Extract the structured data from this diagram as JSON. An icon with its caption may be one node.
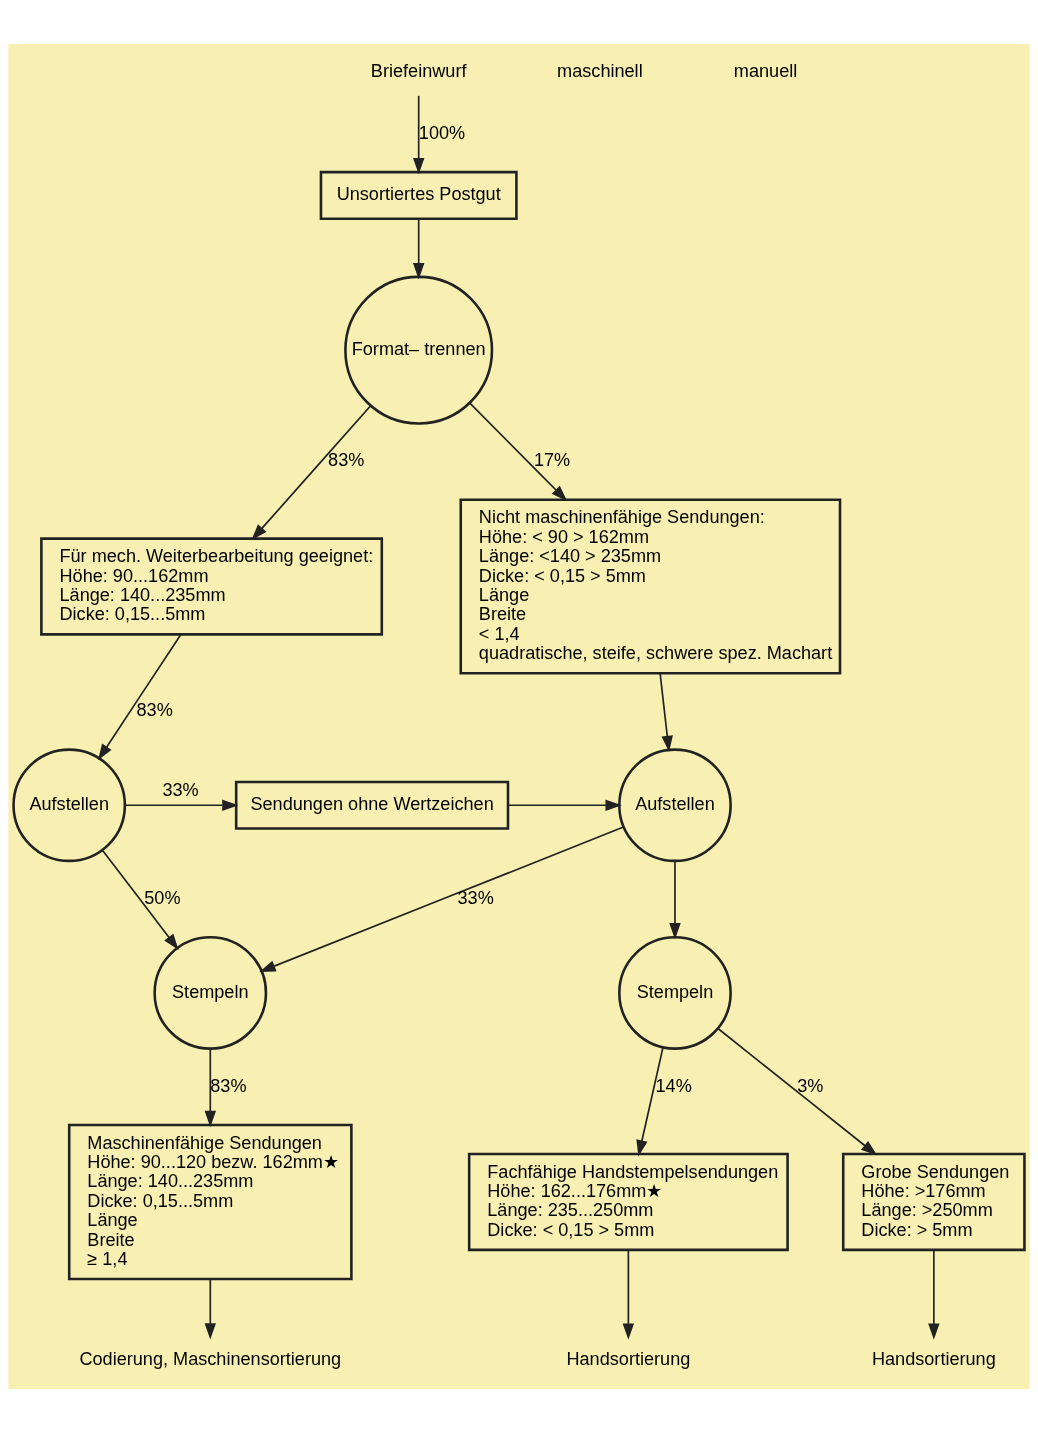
{
  "diagram": {
    "nodes": [
      {
        "text": [
          "Briefeinwurf"
        ]
      },
      {
        "text": [
          "Unsortiertes Postgut"
        ]
      },
      {
        "text": [
          "Format– trennen"
        ]
      },
      {
        "text": [
          "Für mech. Weiterbearbeitung geeignet:",
          "Höhe: 90...162mm",
          "Länge: 140...235mm",
          "Dicke: 0,15...5mm"
        ]
      },
      {
        "text": [
          "Nicht maschinenfähige Sendungen:",
          "Höhe: < 90 > 162mm",
          "Länge: <140 > 235mm",
          "Dicke: < 0,15 > 5mm",
          "Länge",
          "Breite",
          "< 1,4",
          "quadratische, steife, schwere spez. Machart"
        ]
      },
      {
        "text": [
          "Aufstellen"
        ]
      },
      {
        "text": [
          "Sendungen ohne Wertzeichen"
        ]
      },
      {
        "text": [
          "Aufstellen"
        ]
      },
      {
        "text": [
          "Stempeln"
        ]
      },
      {
        "text": [
          "Stempeln"
        ]
      },
      {
        "text": [
          "Maschinenfähige Sendungen",
          "Höhe: 90...120 bezw. 162mm★",
          "Länge: 140...235mm",
          "Dicke: 0,15...5mm",
          "Länge",
          "Breite",
          "≥ 1,4"
        ]
      },
      {
        "text": [
          "Fachfähige Handstempelsendungen",
          "Höhe: 162...176mm★",
          "Länge: 235...250mm",
          "Dicke: < 0,15 > 5mm"
        ]
      },
      {
        "text": [
          "Grobe Sendungen",
          "Höhe: >176mm",
          "Länge: >250mm",
          "Dicke: > 5mm"
        ]
      },
      {
        "text": [
          "Codierung, Maschinensortierung"
        ]
      },
      {
        "text": [
          "Handsortierung"
        ]
      },
      {
        "text": [
          "Handsortierung"
        ]
      }
    ],
    "edges": [
      {
        "from": 0,
        "to": 1,
        "arrow": "to",
        "label": "100%"
      },
      {
        "from": 1,
        "to": 2,
        "arrow": "to"
      },
      {
        "from": 2,
        "to": 3,
        "arrow": "to",
        "label": "83%"
      },
      {
        "from": 2,
        "to": 4,
        "arrow": "to",
        "label": "17%"
      },
      {
        "from": 3,
        "to": 5,
        "arrow": "to",
        "label": "83%"
      },
      {
        "from": 4,
        "to": 7,
        "arrow": "to"
      },
      {
        "from": 5,
        "to": 6,
        "arrow": "to",
        "label": "33%"
      },
      {
        "from": 6,
        "to": 7,
        "arrow": "to"
      },
      {
        "from": 5,
        "to": 8,
        "arrow": "to",
        "label": "50%"
      },
      {
        "from": 7,
        "to": 8,
        "arrow": "to",
        "label": "33%"
      },
      {
        "from": 7,
        "to": 9,
        "arrow": "to"
      },
      {
        "from": 8,
        "to": 10,
        "arrow": "to",
        "label": "83%"
      },
      {
        "from": 9,
        "to": 11,
        "arrow": "to",
        "label": "14%"
      },
      {
        "from": 9,
        "to": 12,
        "arrow": "to",
        "label": "3%"
      },
      {
        "from": 10,
        "to": 13,
        "arrow": "to"
      },
      {
        "from": 11,
        "to": 14,
        "arrow": "to"
      },
      {
        "from": 12,
        "to": 15,
        "arrow": "to"
      }
    ],
    "labels": [
      "maschinell",
      "manuell"
    ]
  }
}
